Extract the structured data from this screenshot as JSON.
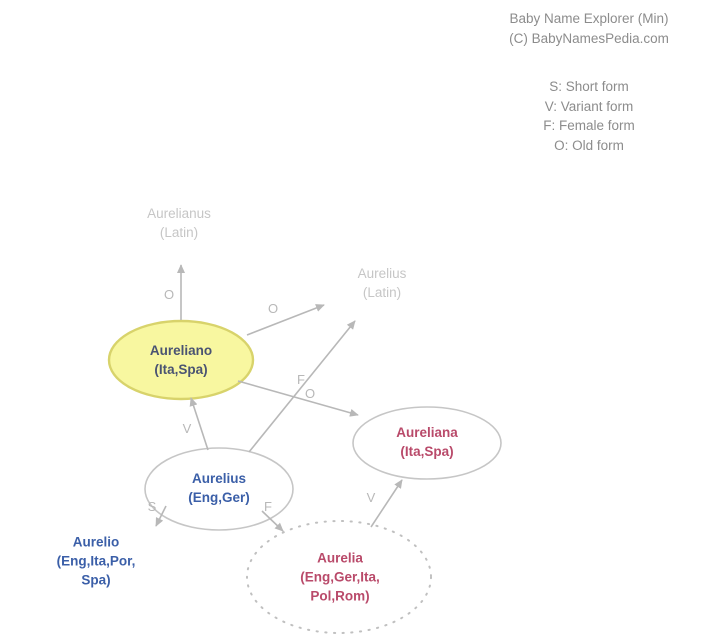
{
  "header": {
    "title": "Baby Name Explorer (Min)",
    "copyright": "(C) BabyNamesPedia.com",
    "legend": {
      "short": "S: Short form",
      "variant": "V: Variant form",
      "female": "F: Female form",
      "old": "O: Old form"
    }
  },
  "colors": {
    "selected_node_fill": "#f8f7a0",
    "selected_node_border": "#d8d36b",
    "selected_node_text": "#4a5372",
    "node_border": "#c6c6c6",
    "edge_gray": "#b8b8b8",
    "male_text": "#3b5fa8",
    "female_text": "#b94a6a",
    "faded_text": "#c6c6c6",
    "header_text": "#8c8c8c"
  },
  "nodes": {
    "aurelianus": {
      "name": "Aurelianus",
      "languages": "(Latin)"
    },
    "aurelius_latin": {
      "name": "Aurelius",
      "languages": "(Latin)"
    },
    "aureliano": {
      "name": "Aureliano",
      "languages": "(Ita,Spa)"
    },
    "aureliana": {
      "name": "Aureliana",
      "languages": "(Ita,Spa)"
    },
    "aurelius_eng": {
      "name": "Aurelius",
      "languages": "(Eng,Ger)"
    },
    "aurelio": {
      "name": "Aurelio",
      "languages_line1": "(Eng,Ita,Por,",
      "languages_line2": "Spa)"
    },
    "aurelia": {
      "name": "Aurelia",
      "languages_line1": "(Eng,Ger,Ita,",
      "languages_line2": "Pol,Rom)"
    }
  },
  "edges": {
    "aureliano_to_aurelianus": {
      "label": "O"
    },
    "aureliano_to_aurelius_latin": {
      "label": "O"
    },
    "aureliano_to_aureliana": {
      "label": "F"
    },
    "aurelius_eng_to_aurelius_latin": {
      "label": "O"
    },
    "aurelius_eng_to_aureliano": {
      "label": "V"
    },
    "aurelius_eng_to_aurelio": {
      "label": "S"
    },
    "aurelius_eng_to_aurelia": {
      "label": "F"
    },
    "aurelia_to_aureliana": {
      "label": "V"
    }
  }
}
